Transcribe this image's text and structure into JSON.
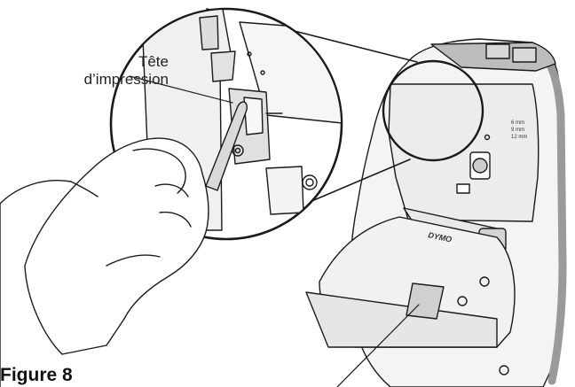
{
  "callout": {
    "line1": "Tête",
    "line2": "d’impression"
  },
  "figure": {
    "caption": "Figure 8"
  },
  "device": {
    "brand_text": "DYMO",
    "tape_sizes": [
      "6 mm",
      "9 mm",
      "12 mm"
    ]
  }
}
